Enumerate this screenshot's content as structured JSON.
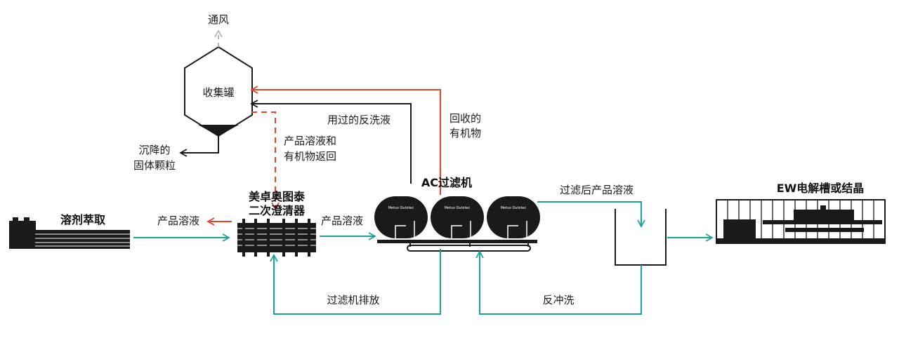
{
  "labels": {
    "vent": "通风",
    "collection_tank": "收集罐",
    "settled_solids_1": "沉降的",
    "settled_solids_2": "固体颗粒",
    "used_backwash": "用过的反洗液",
    "recovered_organics_1": "回收的",
    "recovered_organics_2": "有机物",
    "return_1": "产品溶液和",
    "return_2": "有机物返回",
    "ac_filters": "AC过滤机",
    "clarifier_1": "美卓奥图泰",
    "clarifier_2": "二次澄清器",
    "solvent_extraction": "溶剂萃取",
    "product_solution_left": "产品溶液",
    "product_solution_mid": "产品溶液",
    "filtered_product_solution": "过滤后产品溶液",
    "ew_or_crystallization": "EW电解槽或结晶",
    "filter_discharge": "过滤机排放",
    "backwash": "反冲洗",
    "filter_brand_1": "Metso Outotec",
    "filter_brand_2": "Metso Outotec",
    "filter_brand_3": "Metso Outotec"
  },
  "colors": {
    "teal_flow": "#1aa39a",
    "red_flow": "#e0442c",
    "grey_vent": "#b5b5b5",
    "black": "#1a1a1a"
  }
}
